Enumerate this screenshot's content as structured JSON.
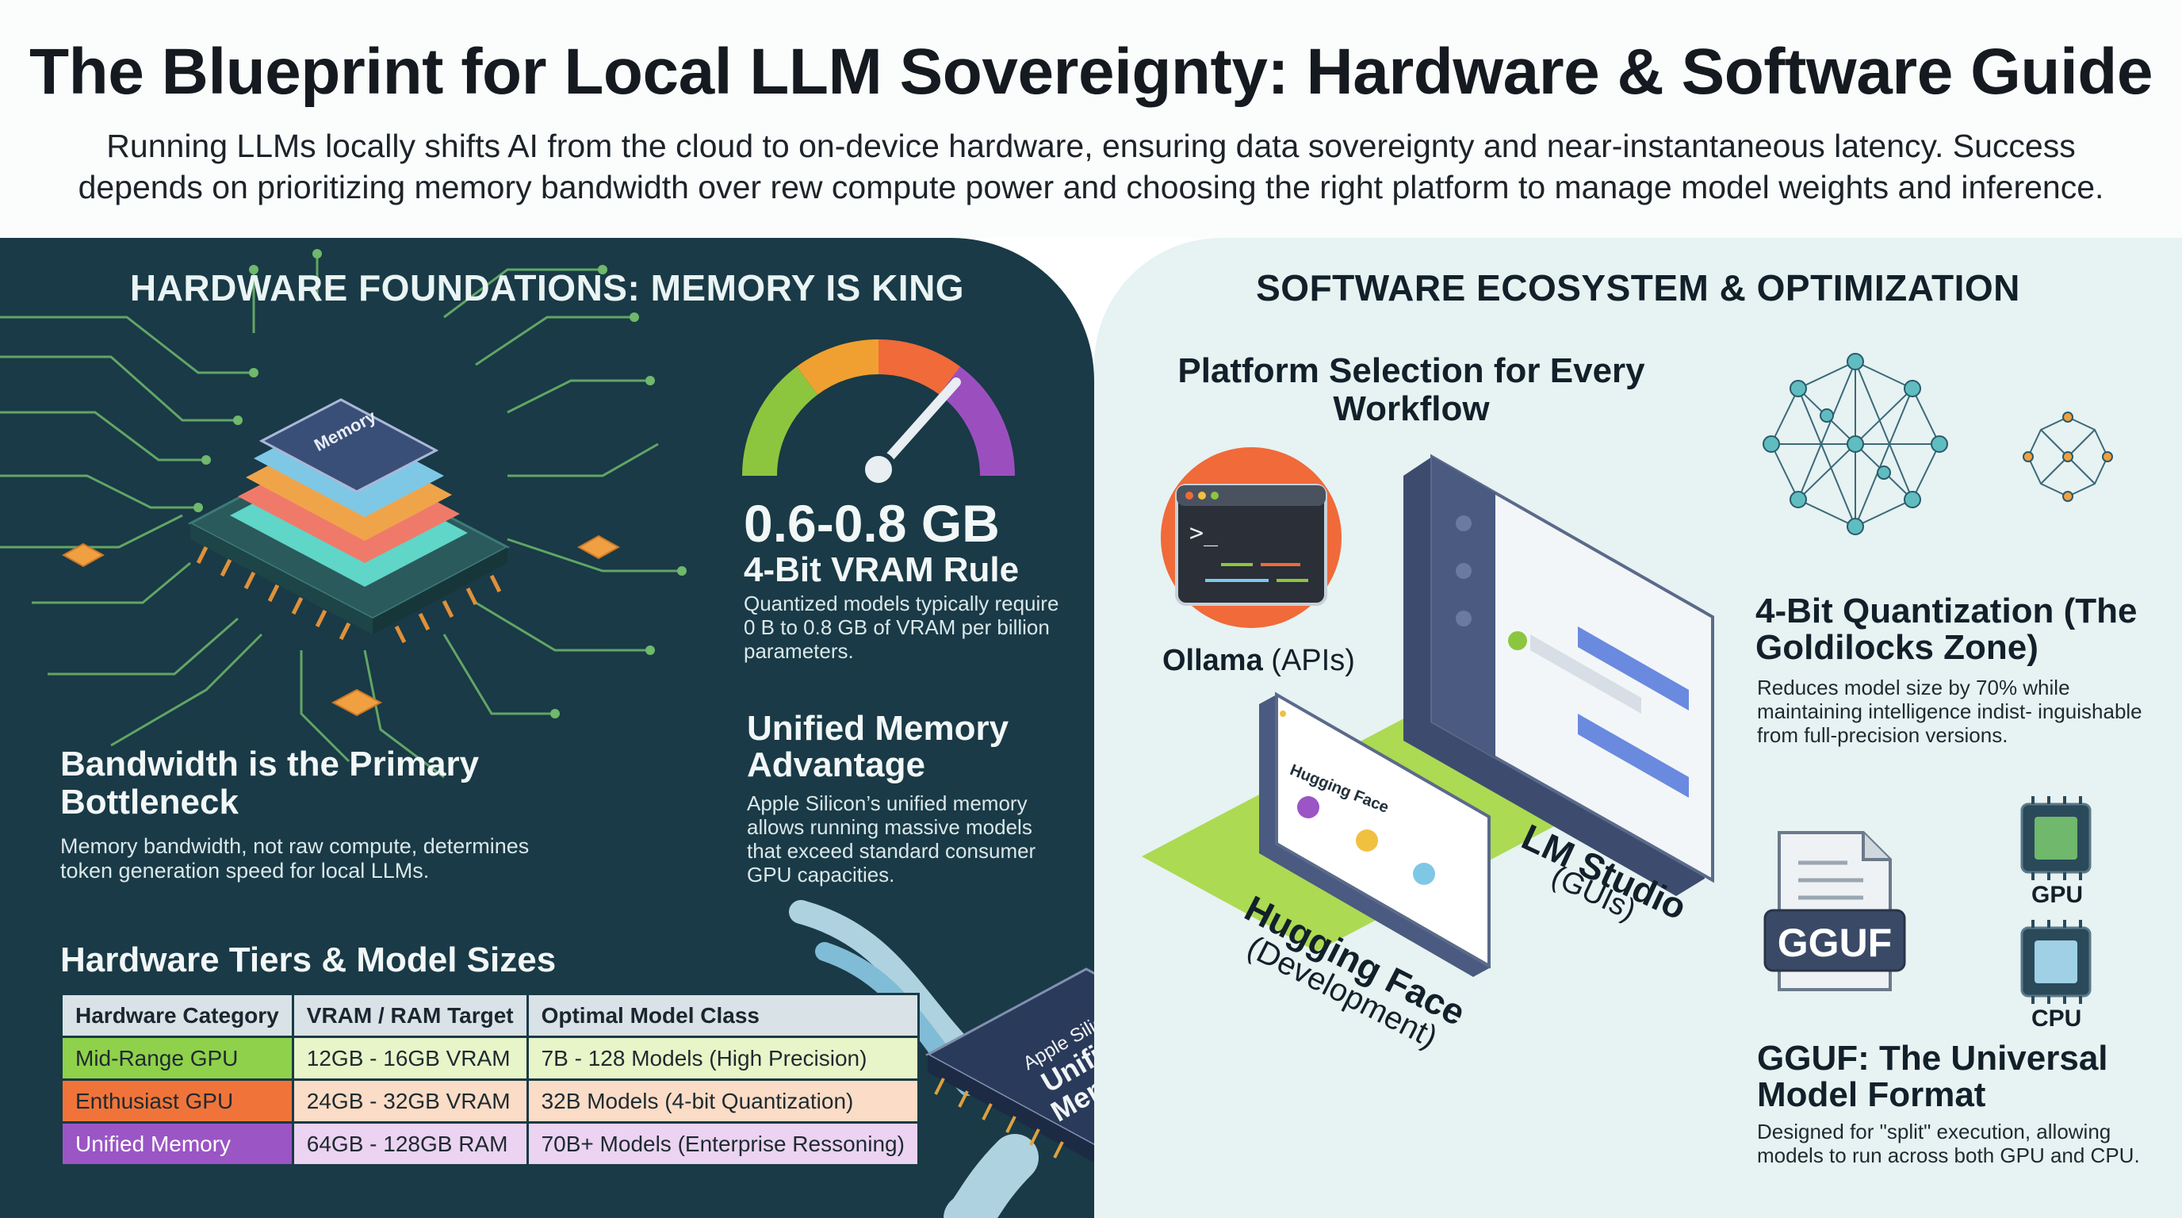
{
  "header": {
    "title": "The Blueprint for Local LLM Sovereignty: Hardware & Software Guide",
    "subtitle": "Running LLMs locally shifts AI from the cloud to on-device hardware, ensuring data sovereignty and near-instantaneous latency. Success depends on prioritizing memory bandwidth over rew compute power and choosing the right platform to manage model weights and inference."
  },
  "hardware": {
    "heading": "HARDWARE FOUNDATIONS: MEMORY IS KING",
    "memory_chip_label": "Memory",
    "vram": {
      "value": "0.6-0.8 GB",
      "rule": "4-Bit VRAM Rule",
      "description": "Quantized models typically require 0 B to 0.8 GB of VRAM per billion parameters."
    },
    "bandwidth": {
      "title": "Bandwidth is the Primary Bottleneck",
      "description": "Memory bandwidth, not raw compute, determines token generation speed for local LLMs."
    },
    "unified_memory": {
      "title": "Unified Memory Advantage",
      "description": "Apple Silicon’s unified memory allows running massive models that exceed standard consumer GPU capacities."
    },
    "apple_chip": {
      "line1": "Apple Silicon",
      "line2": "Unified Memory"
    },
    "tiers": {
      "title": "Hardware Tiers & Model Sizes",
      "headers": [
        "Hardware Category",
        "VRAM / RAM Target",
        "Optimal Model Class"
      ],
      "rows": [
        {
          "category": "Mid-Range GPU",
          "target": "12GB - 16GB VRAM",
          "model": "7B - 128 Models (High Precision)",
          "color": "#8fd14a",
          "tint": "#e8f5c8"
        },
        {
          "category": "Enthusiast GPU",
          "target": "24GB - 32GB VRAM",
          "model": "32B Models (4-bit Quantization)",
          "color": "#f0743a",
          "tint": "#fbdcc6"
        },
        {
          "category": "Unified Memory",
          "target": "64GB - 128GB RAM",
          "model": "70B+ Models (Enterprise Ressoning)",
          "color": "#9b55c4",
          "tint": "#ebd3f1"
        }
      ]
    }
  },
  "software": {
    "heading": "SOFTWARE ECOSYSTEM & OPTIMIZATION",
    "platform_title": "Platform Selection for Every Workflow",
    "ollama": {
      "name": "Ollama",
      "role": "(APIs)"
    },
    "lm_studio": {
      "name": "LM Studio",
      "role": "(GUIs)"
    },
    "hugging_face": {
      "name": "Hugging Face",
      "role": "(Development)",
      "window_title": "Hugging Face"
    },
    "quantization": {
      "title": "4-Bit Quantization (The Goldilocks Zone)",
      "description": "Reduces model size by 70% while maintaining intelligence indist- inguishable from full-precision versions."
    },
    "gguf": {
      "badge": "GGUF",
      "gpu_label": "GPU",
      "cpu_label": "CPU",
      "title": "GGUF: The Universal Model Format",
      "description": "Designed for \"split\" execution, allowing models to run across both GPU and CPU."
    }
  }
}
